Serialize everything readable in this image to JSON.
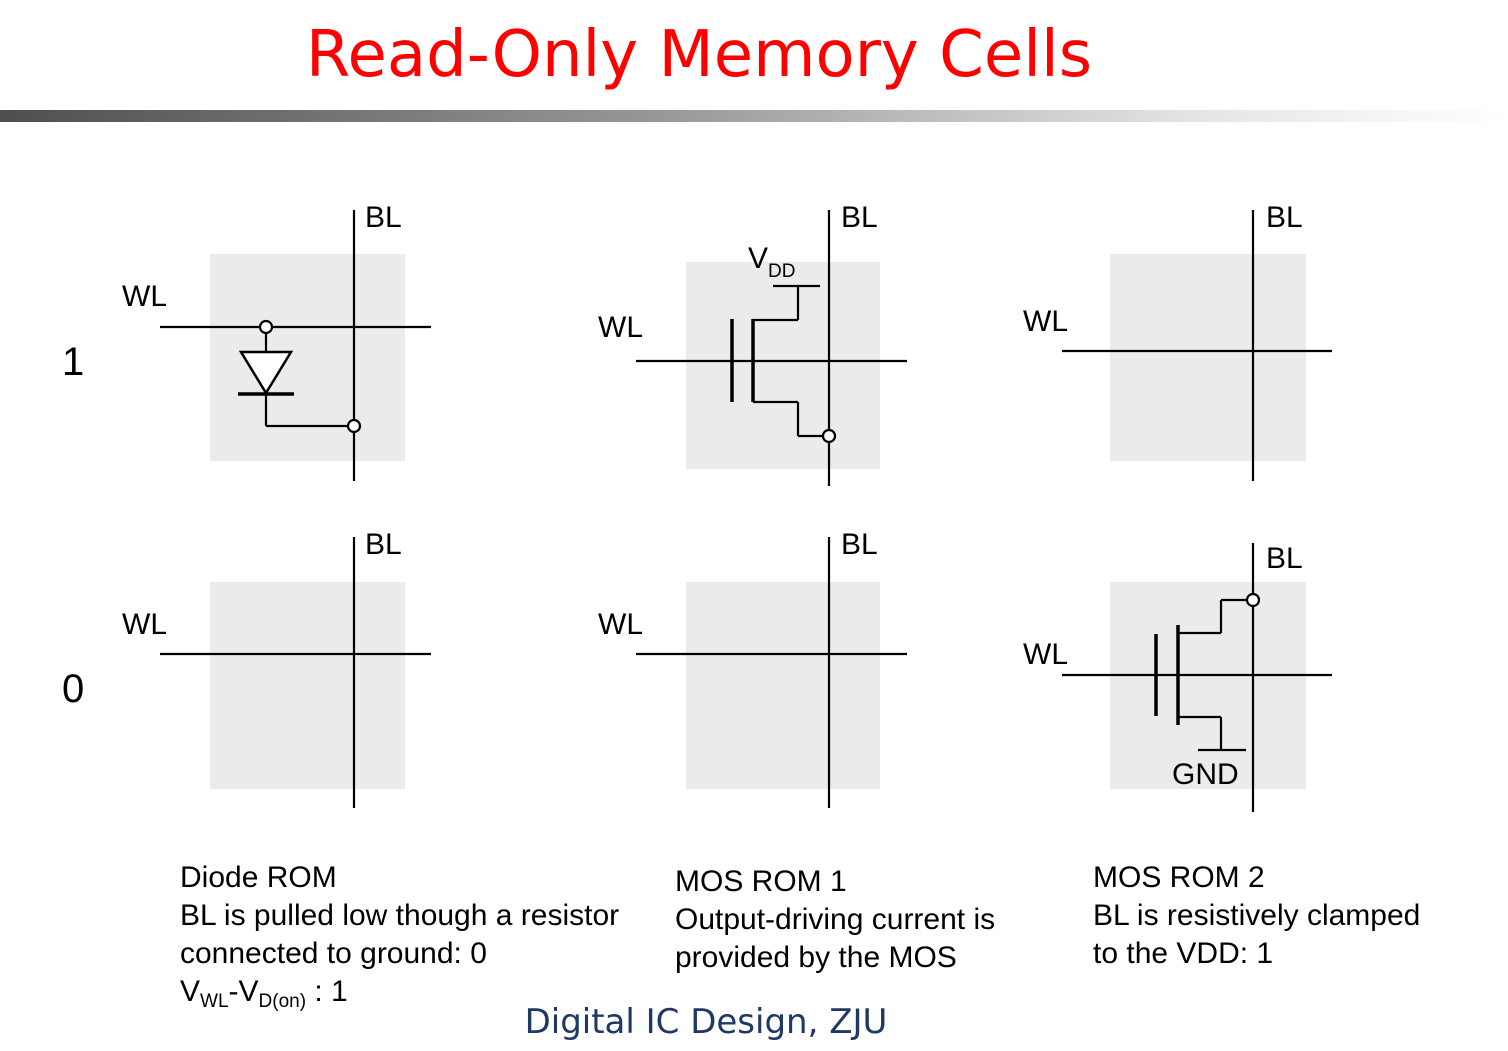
{
  "title": "Read-Only Memory Cells",
  "footer": "Digital IC Design, ZJU",
  "rows": [
    "1",
    "0"
  ],
  "labels": {
    "wl": "WL",
    "bl": "BL",
    "v": "V",
    "dd": "DD",
    "gnd": "GND"
  },
  "captions": {
    "diode": {
      "name": "Diode ROM",
      "line1": "BL is pulled low though a resistor",
      "line2": "connected to ground: 0",
      "formula": {
        "v": "V",
        "wl": "WL",
        "dash": "-V",
        "don": "D(on)",
        "tail": " : 1"
      }
    },
    "mos1": {
      "name": "MOS ROM 1",
      "line1": "Output-driving current is",
      "line2": "provided by the MOS"
    },
    "mos2": {
      "name": "MOS ROM 2",
      "line1": "BL is resistively clamped",
      "line2": "to the VDD: 1"
    }
  }
}
